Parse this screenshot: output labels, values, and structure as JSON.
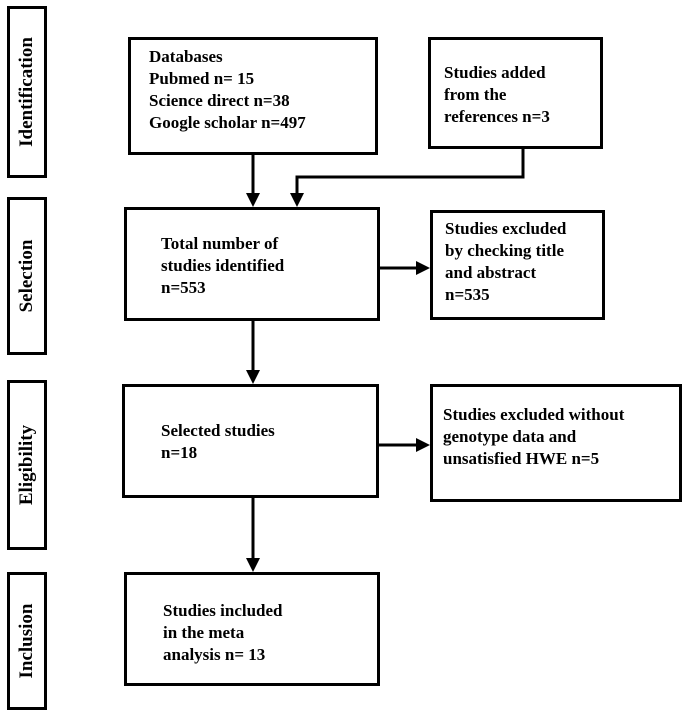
{
  "stages": [
    {
      "id": "identification",
      "label": "Identification"
    },
    {
      "id": "selection",
      "label": "Selection"
    },
    {
      "id": "eligibility",
      "label": "Eligibility"
    },
    {
      "id": "inclusion",
      "label": "Inclusion"
    }
  ],
  "boxes": {
    "databases": {
      "lines": [
        "Databases",
        "Pubmed n= 15",
        "Science direct n=38",
        "Google scholar n=497"
      ]
    },
    "added": {
      "lines": [
        "Studies added",
        "from the",
        "references n=3"
      ]
    },
    "total": {
      "lines": [
        "Total number of",
        "studies  identified",
        "n=553"
      ]
    },
    "excluded_title": {
      "lines": [
        "Studies excluded",
        "by checking title",
        "and abstract",
        "n=535"
      ]
    },
    "selected": {
      "lines": [
        "Selected studies",
        "n=18"
      ]
    },
    "excluded_genotype": {
      "lines": [
        "Studies excluded without",
        "genotype data and",
        "unsatisfied HWE n=5"
      ]
    },
    "included": {
      "lines": [
        "Studies included",
        "in the meta",
        "analysis n= 13"
      ]
    }
  }
}
